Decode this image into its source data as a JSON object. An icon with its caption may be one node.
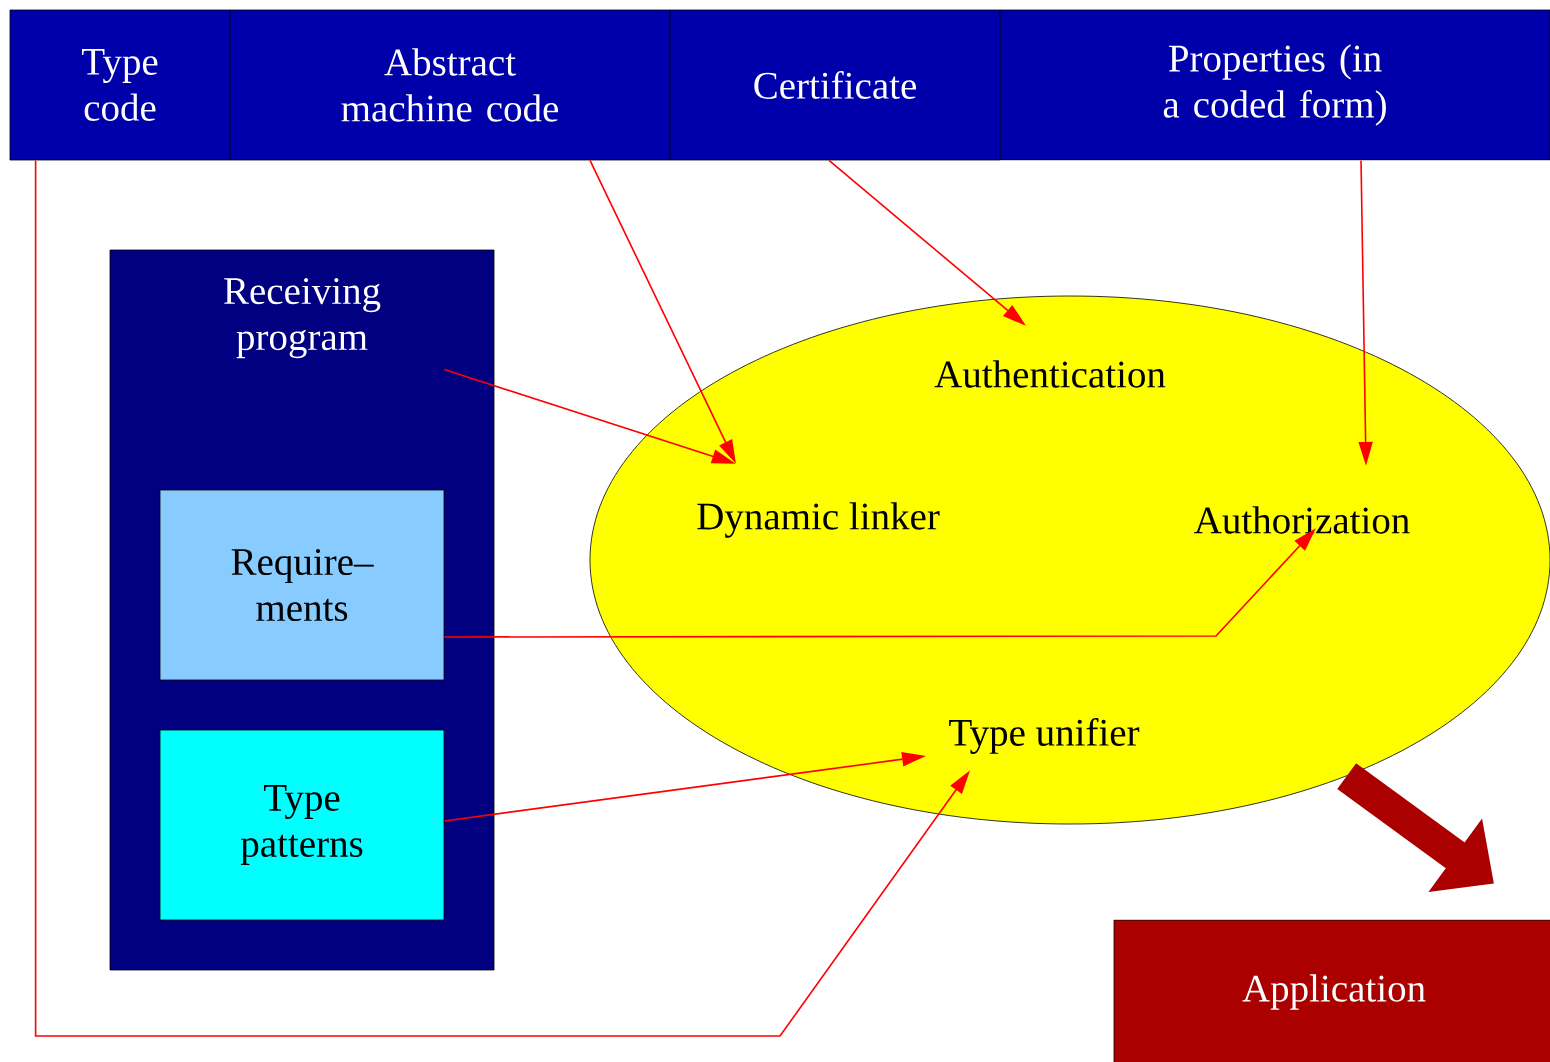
{
  "diagram": {
    "nodes": [
      {
        "text": [
          "Type code"
        ]
      },
      {
        "text": [
          "Abstract machine code"
        ]
      },
      {
        "text": [
          "Certificate"
        ]
      },
      {
        "text": [
          "Properties (in a coded form)"
        ]
      },
      {
        "text": [
          "Receiving program"
        ]
      },
      {
        "text": [
          "Require– ments"
        ],
        "in": 4
      },
      {
        "text": [
          "Type patterns"
        ],
        "in": 4
      },
      {
        "text": [],
        "shape": "ellipse"
      },
      {
        "text": [
          "Authentication"
        ],
        "in": 7
      },
      {
        "text": [
          "Dynamic linker"
        ],
        "in": 7
      },
      {
        "text": [
          "Authorization"
        ],
        "in": 7
      },
      {
        "text": [
          "Type unifier"
        ],
        "in": 7
      },
      {
        "text": [
          "Application"
        ]
      }
    ],
    "edges": [
      {
        "from": 0,
        "to": 11,
        "arrow": "to"
      },
      {
        "from": 1,
        "to": 9,
        "arrow": "to"
      },
      {
        "from": 2,
        "to": 8,
        "arrow": "to"
      },
      {
        "from": 3,
        "to": 10,
        "arrow": "to"
      },
      {
        "from": 4,
        "to": 9,
        "arrow": "to"
      },
      {
        "from": 5,
        "to": 10,
        "arrow": "to"
      },
      {
        "from": 6,
        "to": 11,
        "arrow": "to"
      },
      {
        "from": 7,
        "to": 12,
        "arrow": "to",
        "style": "thick",
        "color": "#aa0000"
      }
    ]
  }
}
